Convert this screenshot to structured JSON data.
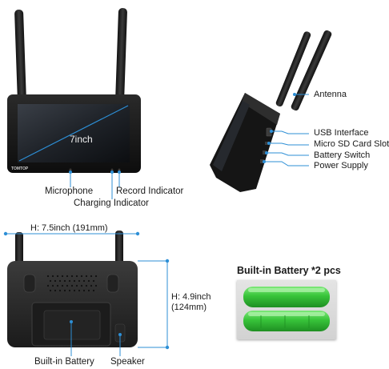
{
  "monitor_front": {
    "screen_size": "7inch",
    "brand": "TOMTOP",
    "labels": {
      "microphone": "Microphone",
      "record_indicator": "Record Indicator",
      "charging_indicator": "Charging Indicator"
    }
  },
  "monitor_side": {
    "labels": {
      "antenna": "Antenna",
      "usb_interface": "USB Interface",
      "micro_sd": "Micro SD Card Slot",
      "battery_switch": "Battery Switch",
      "power_supply": "Power Supply"
    }
  },
  "monitor_back": {
    "width_label": "H: 7.5inch (191mm)",
    "height_label_line1": "H: 4.9inch",
    "height_label_line2": "(124mm)",
    "labels": {
      "built_in_battery": "Built-in Battery",
      "speaker": "Speaker"
    }
  },
  "batteries": {
    "title": "Built-in Battery *2 pcs"
  },
  "colors": {
    "accent_blue": "#2d8fd6",
    "device_black": "#121212",
    "battery_green": "#37c23a"
  }
}
